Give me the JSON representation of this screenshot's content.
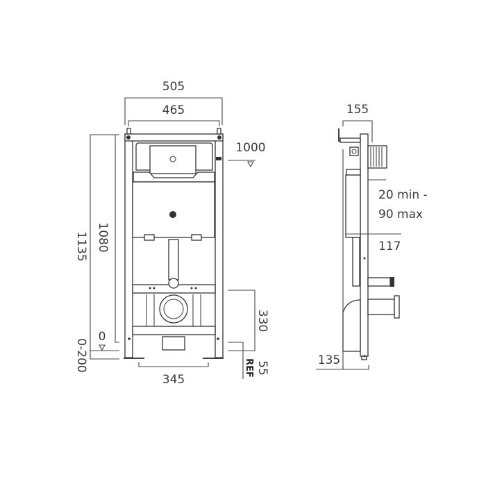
{
  "front_view": {
    "overall_width": "505",
    "frame_width": "465",
    "flush_height": "1000",
    "total_height": "1135",
    "frame_height": "1080",
    "floor_level": "0",
    "leg_adjust": "0-200",
    "outlet_height": "330",
    "ref_height": "55",
    "ref_label": "REF",
    "feet_spacing": "345"
  },
  "side_view": {
    "depth": "155",
    "wall_range_line1": "20 min -",
    "wall_range_line2": "90 max",
    "cistern_depth": "117",
    "base_depth": "135"
  },
  "colors": {
    "line": "#444444",
    "text": "#3a3a3a"
  }
}
